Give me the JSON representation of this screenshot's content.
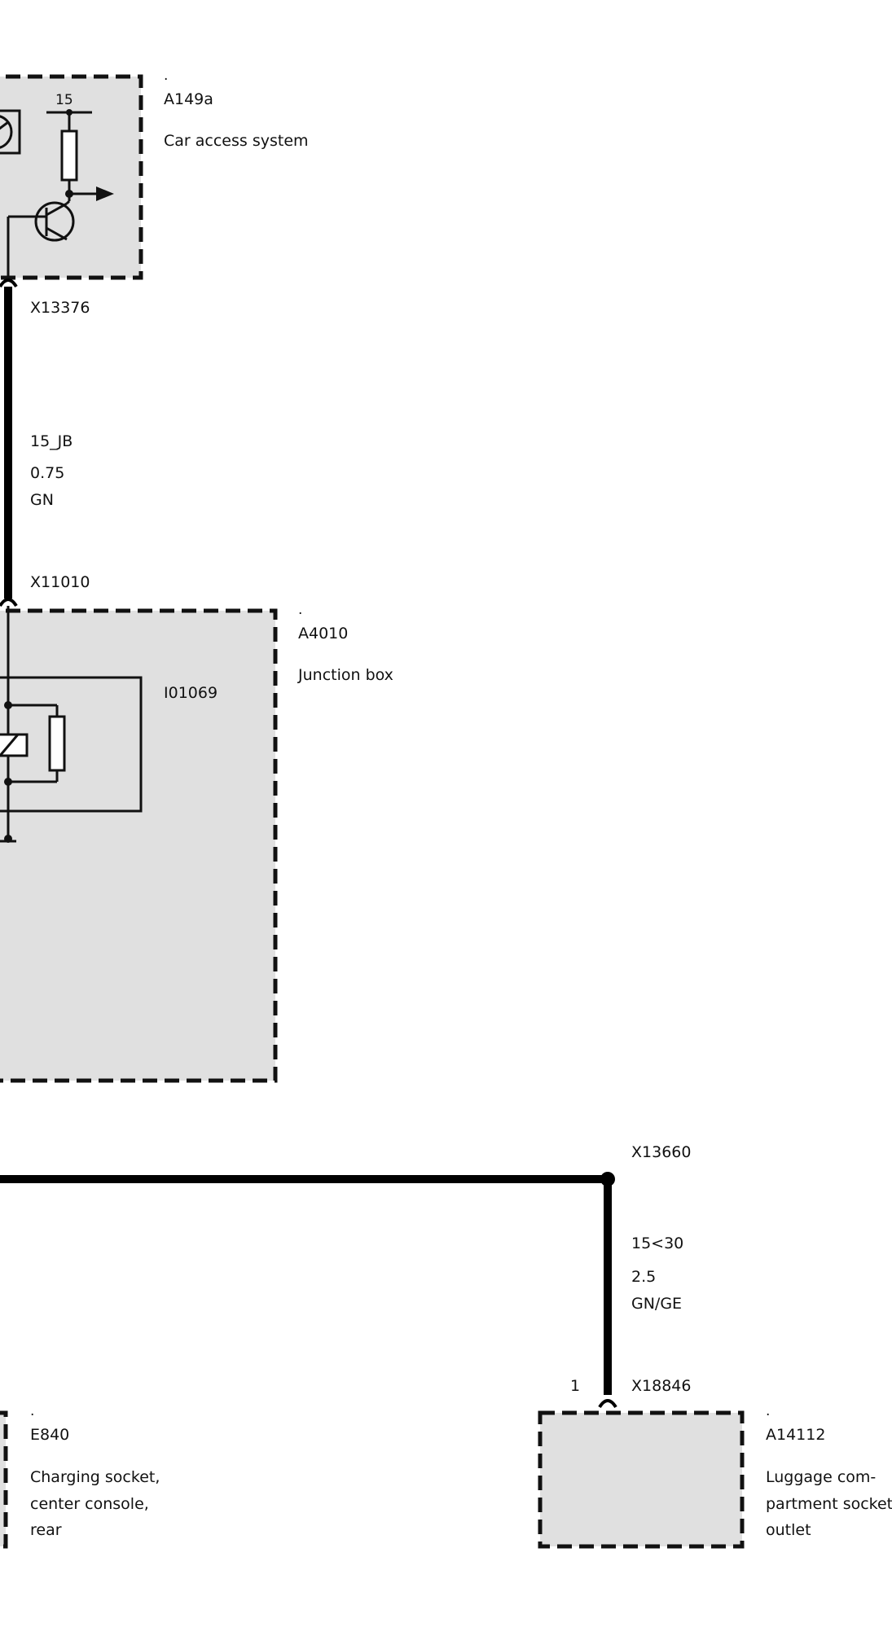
{
  "components": {
    "a149a": {
      "dot": ".",
      "id": "A149a",
      "name": "Car access system",
      "pin_label": "15"
    },
    "a4010": {
      "dot": ".",
      "id": "A4010",
      "name": "Junction box",
      "relay_id": "I01069"
    },
    "e840": {
      "dot": ".",
      "id": "E840",
      "name_lines": [
        "Charging socket,",
        "center console,",
        "rear"
      ]
    },
    "a14112": {
      "dot": ".",
      "id": "A14112",
      "name_lines": [
        "Luggage com-",
        "partment socket",
        "outlet"
      ],
      "pin": "1"
    }
  },
  "connectors": {
    "x13376": "X13376",
    "x11010": "X11010",
    "x13660": "X13660",
    "x18846": "X18846"
  },
  "wires": {
    "w1": {
      "signal": "15_JB",
      "gauge": "0.75",
      "color_code": "GN"
    },
    "w2": {
      "signal": "15<30",
      "gauge": "2.5",
      "color_code": "GN/GE"
    }
  }
}
